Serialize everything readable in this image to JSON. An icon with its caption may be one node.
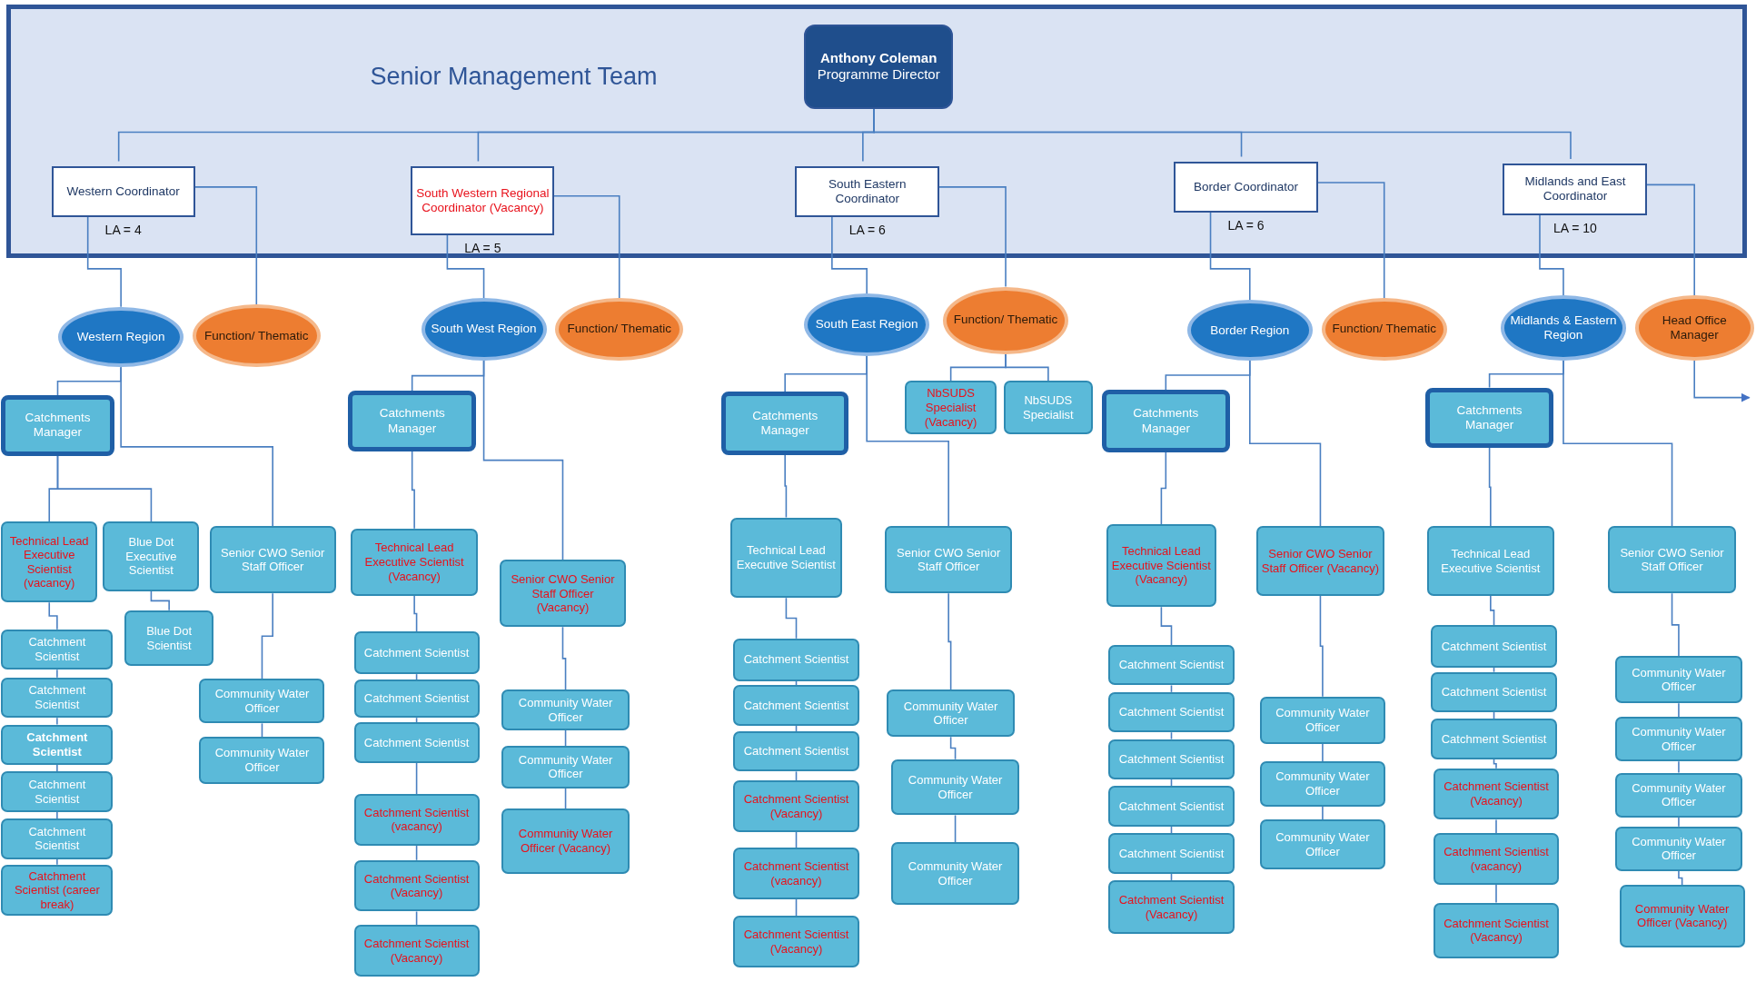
{
  "diagram": {
    "nodes": [
      {
        "text": [
          "Senior Management Team"
        ]
      },
      {
        "text": [
          "Anthony Coleman",
          "Programme Director"
        ],
        "in": 0
      },
      {
        "text": [
          "Western Coordinator"
        ],
        "in": 0,
        "beside": [
          "LA = 4"
        ]
      },
      {
        "text": [
          "South Western Regional Coordinator (Vacancy)"
        ],
        "in": 0,
        "beside": [
          "LA = 5"
        ]
      },
      {
        "text": [
          "South Eastern Coordinator"
        ],
        "in": 0,
        "beside": [
          "LA = 6"
        ]
      },
      {
        "text": [
          "Border Coordinator"
        ],
        "in": 0,
        "beside": [
          "LA = 6"
        ]
      },
      {
        "text": [
          "Midlands and East Coordinator"
        ],
        "in": 0,
        "beside": [
          "LA = 10"
        ]
      },
      {
        "text": [
          "Western Region"
        ]
      },
      {
        "text": [
          "Function/ Thematic"
        ]
      },
      {
        "text": [
          "South West Region"
        ]
      },
      {
        "text": [
          "Function/ Thematic"
        ]
      },
      {
        "text": [
          "South East Region"
        ]
      },
      {
        "text": [
          "Function/ Thematic"
        ]
      },
      {
        "text": [
          "Border Region"
        ]
      },
      {
        "text": [
          "Function/ Thematic"
        ]
      },
      {
        "text": [
          "Midlands & Eastern Region"
        ]
      },
      {
        "text": [
          "Head Office Manager"
        ]
      },
      {
        "text": [
          "Catchments Manager"
        ]
      },
      {
        "text": [
          "Technical Lead Executive Scientist (vacancy)"
        ]
      },
      {
        "text": [
          "Blue Dot Executive Scientist"
        ]
      },
      {
        "text": [
          "Blue Dot Scientist"
        ]
      },
      {
        "text": [
          "Senior CWO Senior Staff Officer"
        ]
      },
      {
        "text": [
          "Catchment Scientist"
        ]
      },
      {
        "text": [
          "Catchment Scientist"
        ]
      },
      {
        "text": [
          "Catchment Scientist"
        ]
      },
      {
        "text": [
          "Catchment Scientist"
        ]
      },
      {
        "text": [
          "Catchment Scientist"
        ]
      },
      {
        "text": [
          "Catchment Scientist (career break)"
        ]
      },
      {
        "text": [
          "Community Water Officer"
        ]
      },
      {
        "text": [
          "Community Water Officer"
        ]
      },
      {
        "text": [
          "Catchments Manager"
        ]
      },
      {
        "text": [
          "Technical Lead Executive Scientist (Vacancy)"
        ]
      },
      {
        "text": [
          "Senior CWO Senior Staff Officer (Vacancy)"
        ]
      },
      {
        "text": [
          "Catchment Scientist"
        ]
      },
      {
        "text": [
          "Catchment Scientist"
        ]
      },
      {
        "text": [
          "Catchment Scientist"
        ]
      },
      {
        "text": [
          "Catchment Scientist (vacancy)"
        ]
      },
      {
        "text": [
          "Catchment Scientist (Vacancy)"
        ]
      },
      {
        "text": [
          "Catchment Scientist (Vacancy)"
        ]
      },
      {
        "text": [
          "Community Water Officer"
        ]
      },
      {
        "text": [
          "Community Water Officer"
        ]
      },
      {
        "text": [
          "Community Water Officer (Vacancy)"
        ]
      },
      {
        "text": [
          "NbSUDS Specialist (Vacancy)"
        ]
      },
      {
        "text": [
          "NbSUDS Specialist"
        ]
      },
      {
        "text": [
          "Catchments Manager"
        ]
      },
      {
        "text": [
          "Technical Lead Executive Scientist"
        ]
      },
      {
        "text": [
          "Senior CWO Senior Staff Officer"
        ]
      },
      {
        "text": [
          "Catchment Scientist"
        ]
      },
      {
        "text": [
          "Catchment Scientist"
        ]
      },
      {
        "text": [
          "Catchment Scientist"
        ]
      },
      {
        "text": [
          "Catchment Scientist (Vacancy)"
        ]
      },
      {
        "text": [
          "Catchment Scientist (vacancy)"
        ]
      },
      {
        "text": [
          "Catchment Scientist (Vacancy)"
        ]
      },
      {
        "text": [
          "Community Water Officer"
        ]
      },
      {
        "text": [
          "Community Water Officer"
        ]
      },
      {
        "text": [
          "Community Water Officer"
        ]
      },
      {
        "text": [
          "Catchments Manager"
        ]
      },
      {
        "text": [
          "Technical Lead Executive Scientist (Vacancy)"
        ]
      },
      {
        "text": [
          "Senior CWO Senior Staff Officer (Vacancy)"
        ]
      },
      {
        "text": [
          "Catchment Scientist"
        ]
      },
      {
        "text": [
          "Catchment Scientist"
        ]
      },
      {
        "text": [
          "Catchment Scientist"
        ]
      },
      {
        "text": [
          "Catchment Scientist"
        ]
      },
      {
        "text": [
          "Catchment Scientist"
        ]
      },
      {
        "text": [
          "Catchment Scientist (Vacancy)"
        ]
      },
      {
        "text": [
          "Community Water Officer"
        ]
      },
      {
        "text": [
          "Community Water Officer"
        ]
      },
      {
        "text": [
          "Community Water Officer"
        ]
      },
      {
        "text": [
          "Catchments Manager"
        ]
      },
      {
        "text": [
          "Technical Lead Executive Scientist"
        ]
      },
      {
        "text": [
          "Senior CWO Senior Staff Officer"
        ]
      },
      {
        "text": [
          "Catchment Scientist"
        ]
      },
      {
        "text": [
          "Catchment Scientist"
        ]
      },
      {
        "text": [
          "Catchment Scientist"
        ]
      },
      {
        "text": [
          "Catchment Scientist (Vacancy)"
        ]
      },
      {
        "text": [
          "Catchment Scientist (vacancy)"
        ]
      },
      {
        "text": [
          "Catchment Scientist (Vacancy)"
        ]
      },
      {
        "text": [
          "Community Water Officer"
        ]
      },
      {
        "text": [
          "Community Water Officer"
        ]
      },
      {
        "text": [
          "Community Water Officer"
        ]
      },
      {
        "text": [
          "Community Water Officer"
        ]
      },
      {
        "text": [
          "Community Water Officer (Vacancy)"
        ]
      }
    ],
    "edges": [
      {
        "from": 1,
        "to": 2,
        "arrow": "none"
      },
      {
        "from": 1,
        "to": 3,
        "arrow": "none"
      },
      {
        "from": 1,
        "to": 4,
        "arrow": "none"
      },
      {
        "from": 1,
        "to": 5,
        "arrow": "none"
      },
      {
        "from": 1,
        "to": 6,
        "arrow": "none"
      },
      {
        "from": 2,
        "to": 7,
        "arrow": "none"
      },
      {
        "from": 2,
        "to": 8,
        "arrow": "none"
      },
      {
        "from": 3,
        "to": 9,
        "arrow": "none"
      },
      {
        "from": 3,
        "to": 10,
        "arrow": "none"
      },
      {
        "from": 4,
        "to": 11,
        "arrow": "none"
      },
      {
        "from": 4,
        "to": 12,
        "arrow": "none"
      },
      {
        "from": 5,
        "to": 13,
        "arrow": "none"
      },
      {
        "from": 5,
        "to": 14,
        "arrow": "none"
      },
      {
        "from": 6,
        "to": 15,
        "arrow": "none"
      },
      {
        "from": 6,
        "to": 16,
        "arrow": "none"
      },
      {
        "from": 16,
        "to": null,
        "arrow": "to"
      },
      {
        "from": 7,
        "to": 17,
        "arrow": "none"
      },
      {
        "from": 7,
        "to": 21,
        "arrow": "none"
      },
      {
        "from": 17,
        "to": 18,
        "arrow": "none"
      },
      {
        "from": 17,
        "to": 19,
        "arrow": "none"
      },
      {
        "from": 19,
        "to": 20,
        "arrow": "none"
      },
      {
        "from": 18,
        "to": 22,
        "arrow": "none"
      },
      {
        "from": 22,
        "to": 23,
        "arrow": "none"
      },
      {
        "from": 23,
        "to": 24,
        "arrow": "none"
      },
      {
        "from": 24,
        "to": 25,
        "arrow": "none"
      },
      {
        "from": 25,
        "to": 26,
        "arrow": "none"
      },
      {
        "from": 26,
        "to": 27,
        "arrow": "none"
      },
      {
        "from": 21,
        "to": 28,
        "arrow": "none"
      },
      {
        "from": 28,
        "to": 29,
        "arrow": "none"
      },
      {
        "from": 9,
        "to": 30,
        "arrow": "none"
      },
      {
        "from": 9,
        "to": 32,
        "arrow": "none"
      },
      {
        "from": 30,
        "to": 31,
        "arrow": "none"
      },
      {
        "from": 31,
        "to": 33,
        "arrow": "none"
      },
      {
        "from": 33,
        "to": 34,
        "arrow": "none"
      },
      {
        "from": 34,
        "to": 35,
        "arrow": "none"
      },
      {
        "from": 35,
        "to": 36,
        "arrow": "none"
      },
      {
        "from": 36,
        "to": 37,
        "arrow": "none"
      },
      {
        "from": 37,
        "to": 38,
        "arrow": "none"
      },
      {
        "from": 32,
        "to": 39,
        "arrow": "none"
      },
      {
        "from": 39,
        "to": 40,
        "arrow": "none"
      },
      {
        "from": 40,
        "to": 41,
        "arrow": "none"
      },
      {
        "from": 12,
        "to": 42,
        "arrow": "none"
      },
      {
        "from": 12,
        "to": 43,
        "arrow": "none"
      },
      {
        "from": 11,
        "to": 44,
        "arrow": "none"
      },
      {
        "from": 11,
        "to": 46,
        "arrow": "none"
      },
      {
        "from": 44,
        "to": 45,
        "arrow": "none"
      },
      {
        "from": 45,
        "to": 47,
        "arrow": "none"
      },
      {
        "from": 47,
        "to": 48,
        "arrow": "none"
      },
      {
        "from": 48,
        "to": 49,
        "arrow": "none"
      },
      {
        "from": 49,
        "to": 50,
        "arrow": "none"
      },
      {
        "from": 50,
        "to": 51,
        "arrow": "none"
      },
      {
        "from": 51,
        "to": 52,
        "arrow": "none"
      },
      {
        "from": 46,
        "to": 53,
        "arrow": "none"
      },
      {
        "from": 53,
        "to": 54,
        "arrow": "none"
      },
      {
        "from": 54,
        "to": 55,
        "arrow": "none"
      },
      {
        "from": 13,
        "to": 56,
        "arrow": "none"
      },
      {
        "from": 13,
        "to": 58,
        "arrow": "none"
      },
      {
        "from": 56,
        "to": 57,
        "arrow": "none"
      },
      {
        "from": 57,
        "to": 59,
        "arrow": "none"
      },
      {
        "from": 59,
        "to": 60,
        "arrow": "none"
      },
      {
        "from": 60,
        "to": 61,
        "arrow": "none"
      },
      {
        "from": 61,
        "to": 62,
        "arrow": "none"
      },
      {
        "from": 62,
        "to": 63,
        "arrow": "none"
      },
      {
        "from": 63,
        "to": 64,
        "arrow": "none"
      },
      {
        "from": 58,
        "to": 65,
        "arrow": "none"
      },
      {
        "from": 65,
        "to": 66,
        "arrow": "none"
      },
      {
        "from": 66,
        "to": 67,
        "arrow": "none"
      },
      {
        "from": 15,
        "to": 68,
        "arrow": "none"
      },
      {
        "from": 15,
        "to": 70,
        "arrow": "none"
      },
      {
        "from": 68,
        "to": 69,
        "arrow": "none"
      },
      {
        "from": 69,
        "to": 71,
        "arrow": "none"
      },
      {
        "from": 71,
        "to": 72,
        "arrow": "none"
      },
      {
        "from": 72,
        "to": 73,
        "arrow": "none"
      },
      {
        "from": 73,
        "to": 74,
        "arrow": "none"
      },
      {
        "from": 74,
        "to": 75,
        "arrow": "none"
      },
      {
        "from": 75,
        "to": 76,
        "arrow": "none"
      },
      {
        "from": 70,
        "to": 77,
        "arrow": "none"
      },
      {
        "from": 77,
        "to": 78,
        "arrow": "none"
      },
      {
        "from": 78,
        "to": 79,
        "arrow": "none"
      },
      {
        "from": 79,
        "to": 80,
        "arrow": "none"
      },
      {
        "from": 80,
        "to": 81,
        "arrow": "none"
      }
    ]
  }
}
